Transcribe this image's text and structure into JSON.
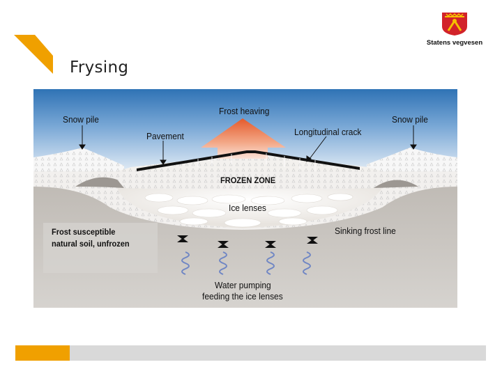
{
  "slide": {
    "title": "Frysing",
    "brand": "Statens vegvesen"
  },
  "colors": {
    "accent": "#f0a000",
    "sky_top": "#2f73b5",
    "sky_bottom": "#dbe7f3",
    "ground": "#c6c2bd",
    "pavement": "#111111",
    "heave_arrow": "#ea6a3c"
  },
  "diagram": {
    "labels": {
      "snow_pile_left": "Snow pile",
      "snow_pile_right": "Snow pile",
      "frost_heaving": "Frost heaving",
      "pavement": "Pavement",
      "longitudinal_crack": "Longitudinal crack",
      "frozen_zone": "FROZEN ZONE",
      "ice_lenses": "Ice lenses",
      "sinking_frost_line": "Sinking frost line",
      "soil_line1": "Frost susceptible",
      "soil_line2": "natural soil, unfrozen",
      "water_line1": "Water pumping",
      "water_line2": "feeding the ice lenses"
    }
  }
}
